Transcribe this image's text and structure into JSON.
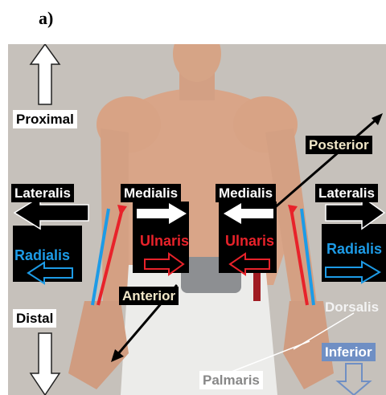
{
  "panel": {
    "label": "a)"
  },
  "labels": {
    "proximal": "Proximal",
    "distal": "Distal",
    "lateralis_left": "Lateralis",
    "lateralis_right": "Lateralis",
    "medialis_left": "Medialis",
    "medialis_right": "Medialis",
    "radialis_left": "Radialis",
    "radialis_right": "Radialis",
    "ulnaris_left": "Ulnaris",
    "ulnaris_right": "Ulnaris",
    "anterior": "Anterior",
    "posterior": "Posterior",
    "dorsalis": "Dorsalis",
    "palmaris": "Palmaris",
    "inferior": "Inferior"
  },
  "colors": {
    "ulnar_red": "#e8222a",
    "radial_blue": "#1d9be6",
    "inferior_box": "#6f8fc4"
  }
}
